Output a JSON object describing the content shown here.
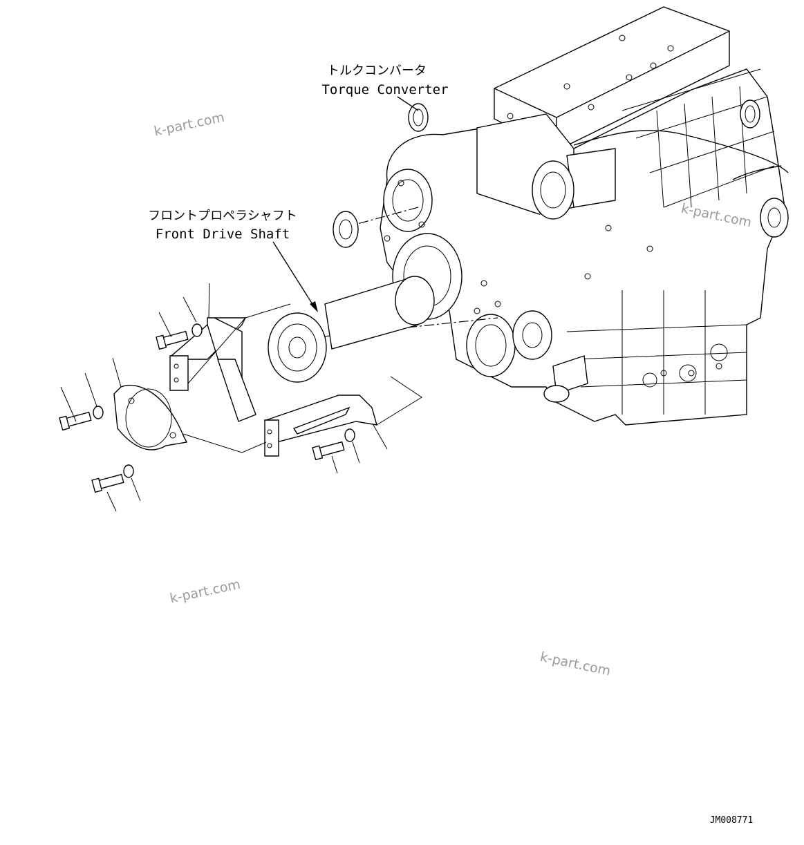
{
  "labels": {
    "torque_converter_jp": "トルクコンバータ",
    "torque_converter_en": "Torque Converter",
    "front_drive_shaft_jp": "フロントプロペラシャフト",
    "front_drive_shaft_en": "Front Drive Shaft",
    "drawing_number": "JM008771"
  },
  "watermarks": [
    "k-part.com",
    "k-part.com",
    "k-part.com",
    "k-part.com"
  ],
  "icons": {
    "transmission": "transmission-assembly-drawing",
    "drive_shaft": "drive-shaft-drawing",
    "guard_plate": "guard-plate-drawing",
    "upper_bracket": "upper-bracket-drawing",
    "lower_bracket": "lower-bracket-drawing",
    "bolts": "bolt-icon",
    "washers": "washer-icon"
  }
}
